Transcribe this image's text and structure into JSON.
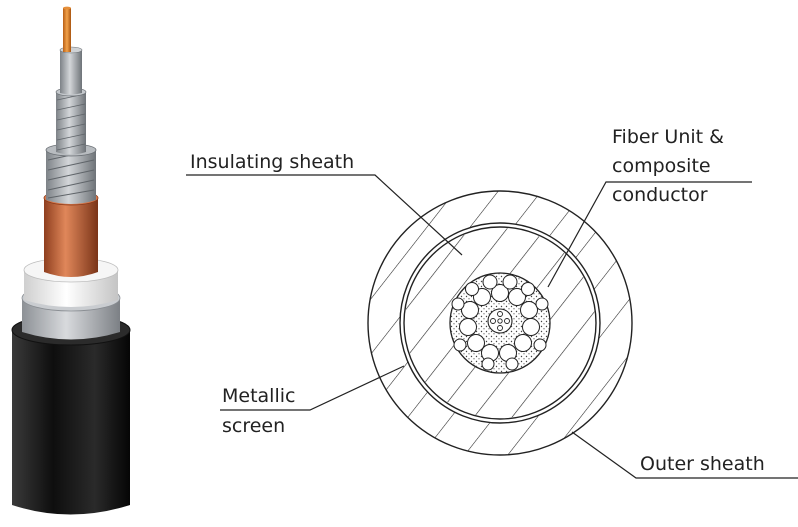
{
  "labels": {
    "insulating_sheath": "Insulating sheath",
    "fiber_unit_line1": "Fiber Unit &",
    "fiber_unit_line2": "composite",
    "fiber_unit_line3": "conductor",
    "metallic_screen_line1": "Metallic",
    "metallic_screen_line2": "screen",
    "outer_sheath": "Outer sheath"
  },
  "colors": {
    "outer_jacket": "#1c1c1c",
    "screen": "#b9bcc0",
    "insulation": "#ececec",
    "copper": "#c8643a",
    "strand": "#9ea3a8",
    "fiber": "#e08a2a",
    "line": "#222222"
  }
}
